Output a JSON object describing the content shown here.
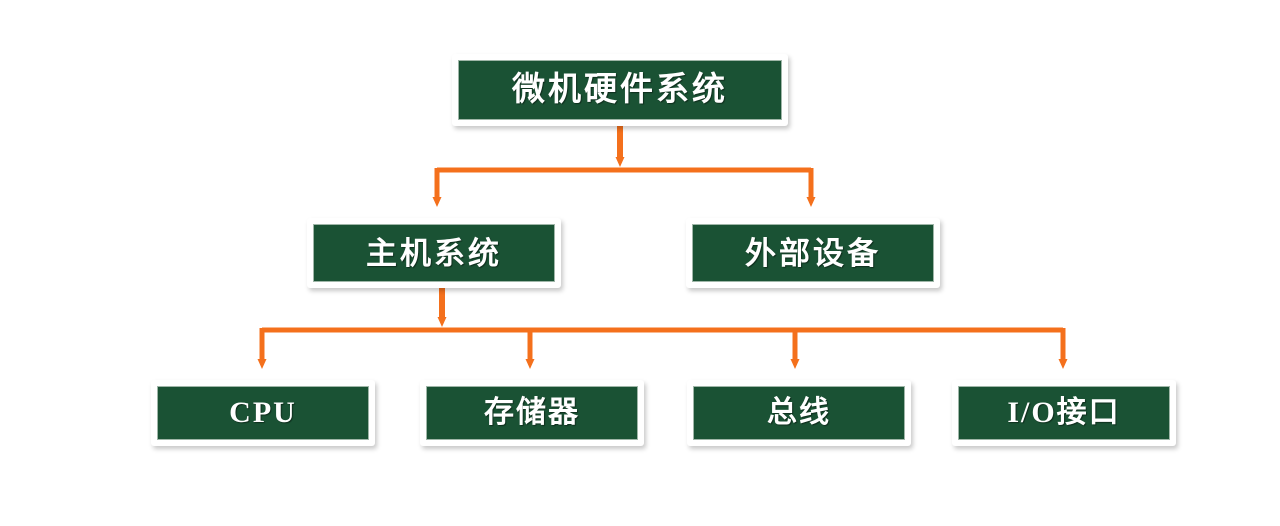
{
  "diagram": {
    "title_text": "微机硬件系统",
    "accent_color": "#f4701c",
    "box_fill_color": "#1a5234",
    "box_border_color": "#ffffff",
    "text_color": "#ffffff",
    "background_color": "#ffffff",
    "levels": {
      "level1": {
        "root": {
          "label": "微机硬件系统"
        }
      },
      "level2": {
        "nodes": [
          {
            "label": "主机系统"
          },
          {
            "label": "外部设备"
          }
        ]
      },
      "level3": {
        "nodes": [
          {
            "label": "CPU"
          },
          {
            "label": "存储器"
          },
          {
            "label": "总线"
          },
          {
            "label": "I/O接口"
          }
        ]
      }
    }
  }
}
